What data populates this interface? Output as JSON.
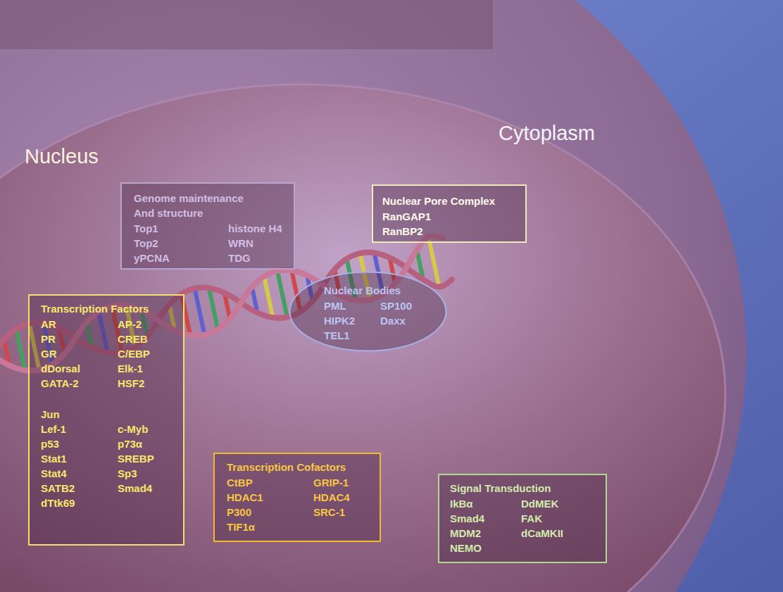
{
  "diagram": {
    "nodes": [
      {
        "text": [
          "Genome maintenance And structure",
          "Top1",
          "histone H4",
          "Top2",
          "WRN",
          "yPCNA",
          "TDG"
        ]
      },
      {
        "text": [
          "Nuclear Pore Complex",
          "RanGAP1",
          "RanBP2"
        ]
      },
      {
        "text": [
          "Nuclear Bodies",
          "PML",
          "SP100",
          "HIPK2",
          "Daxx",
          "TEL1"
        ]
      },
      {
        "text": [
          "Transcription Factors",
          "AR",
          "AP-2",
          "PR",
          "CREB",
          "GR",
          "C/EBP",
          "dDorsal",
          "Elk-1",
          "GATA-2",
          "HSF2",
          "Jun",
          "Lef-1",
          "c-Myb",
          "p53",
          "p73α",
          "Stat1",
          "SREBP",
          "Stat4",
          "Sp3",
          "SATB2",
          "Smad4",
          "dTtk69"
        ]
      },
      {
        "text": [
          "Transcription Cofactors",
          "CtBP",
          "GRIP-1",
          "HDAC1",
          "HDAC4",
          "P300",
          "SRC-1",
          "TIF1α"
        ]
      },
      {
        "text": [
          "Signal Transduction",
          "IkBα",
          "DdMEK",
          "Smad4",
          "FAK",
          "MDM2",
          "dCaMKII",
          "NEMO"
        ]
      }
    ],
    "labels": [
      "Nucleus",
      "Cytoplasm"
    ]
  }
}
